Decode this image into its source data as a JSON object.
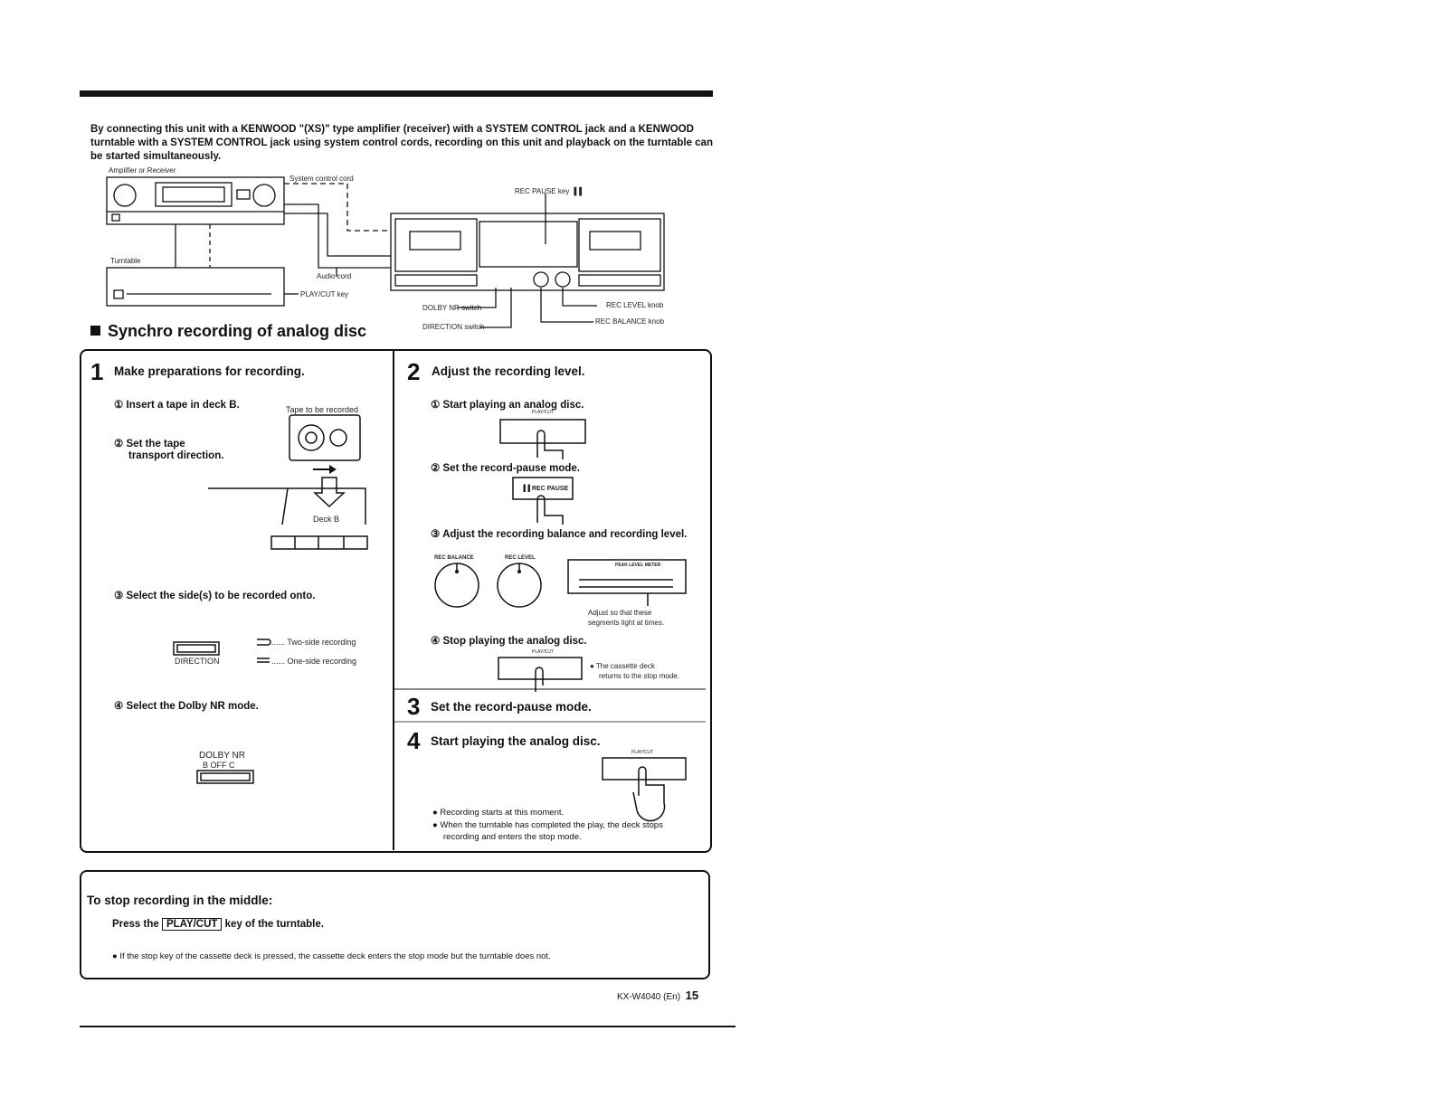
{
  "intro": "By connecting this unit with a KENWOOD \"(XS)\" type amplifier (receiver) with a SYSTEM CONTROL jack and a KENWOOD turntable with a SYSTEM CONTROL jack using system control cords, recording on this unit and playback on the turntable can be started simultaneously.",
  "diagram": {
    "amplifier": "Amplifier or Receiver",
    "system_cord": "System control cord",
    "turntable": "Turntable",
    "audio_cord": "Audio cord",
    "playcut_key": "PLAY/CUT key",
    "rec_pause_key": "REC PAUSE key ▐▐",
    "dolby_switch": "DOLBY NR switch",
    "direction_switch": "DIRECTION switch",
    "rec_level_knob": "REC LEVEL knob",
    "rec_balance_knob": "REC BALANCE knob"
  },
  "heading": "Synchro recording of analog disc",
  "step1": {
    "num": "1",
    "title": "Make preparations for recording.",
    "s1": "① Insert a tape in deck B.",
    "tape_label": "Tape to be recorded",
    "s2a": "② Set the tape",
    "s2b": "transport direction.",
    "deck_label": "Deck B",
    "s3": "③ Select the side(s) to be recorded onto.",
    "direction_label": "DIRECTION",
    "two_side": "...... Two-side recording",
    "one_side": "...... One-side recording",
    "s4": "④ Select the Dolby NR mode.",
    "dolby_title": "DOLBY NR",
    "dolby_opts": "B OFF C"
  },
  "step2": {
    "num": "2",
    "title": "Adjust the recording level.",
    "s1": "① Start playing an analog disc.",
    "s2": "② Set the record-pause mode.",
    "rec_pause": "▐▐ REC PAUSE",
    "s3": "③ Adjust the recording balance and recording level.",
    "rec_balance": "REC BALANCE",
    "rec_level": "REC LEVEL",
    "meter_title": "PEAK LEVEL METER",
    "adjust_note_1": "Adjust so that these",
    "adjust_note_2": "segments light at times.",
    "s4": "④ Stop playing the analog disc.",
    "stop_note_1": "●  The cassette deck",
    "stop_note_2": "returns to the stop mode.",
    "playcut": "PLAY/CUT"
  },
  "step3": {
    "num": "3",
    "title": "Set the record-pause mode."
  },
  "step4": {
    "num": "4",
    "title": "Start playing the analog disc.",
    "note1": "●  Recording starts at this moment.",
    "note2": "●  When the turntable has completed the play, the deck stops",
    "note3": "recording and enters the stop mode."
  },
  "stop": {
    "title": "To stop recording in the middle:",
    "line_pre": "Press the",
    "key": "PLAY/CUT",
    "line_post": "key of the turntable.",
    "note": "●  If the stop key of the cassette deck is pressed, the cassette deck enters the stop mode but the turntable does not."
  },
  "footer": {
    "model": "KX-W4040 (En)",
    "page": "15"
  }
}
